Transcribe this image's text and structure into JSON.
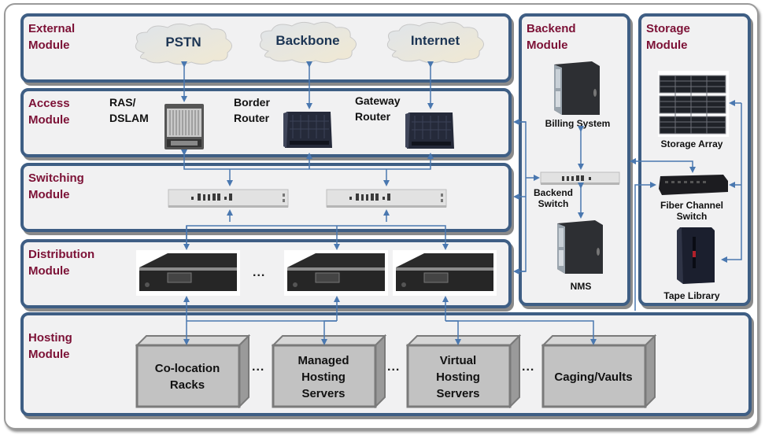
{
  "diagram_title": "Data Center Network Architecture",
  "modules": {
    "external": {
      "title": "External\nModule"
    },
    "access": {
      "title": "Access\nModule"
    },
    "switching": {
      "title": "Switching\nModule"
    },
    "distribution": {
      "title": "Distribution\nModule"
    },
    "hosting": {
      "title": "Hosting\nModule"
    },
    "backend": {
      "title": "Backend\nModule"
    },
    "storage": {
      "title": "Storage\nModule"
    }
  },
  "clouds": [
    {
      "label": "PSTN"
    },
    {
      "label": "Backbone"
    },
    {
      "label": "Internet"
    }
  ],
  "access_devices": [
    {
      "label": "RAS/\nDSLAM",
      "icon": "chassis-icon"
    },
    {
      "label": "Border\nRouter",
      "icon": "router-icon"
    },
    {
      "label": "Gateway\nRouter",
      "icon": "router-icon"
    }
  ],
  "switching_devices": [
    {
      "icon": "switch-icon"
    },
    {
      "icon": "switch-icon"
    }
  ],
  "distribution": {
    "ellipsis": "...",
    "devices": [
      {
        "icon": "distribution-switch-icon"
      },
      {
        "icon": "distribution-switch-icon"
      },
      {
        "icon": "distribution-switch-icon"
      }
    ]
  },
  "hosting": {
    "ellipsis": "...",
    "boxes": [
      {
        "label": "Co-location\nRacks"
      },
      {
        "label": "Managed\nHosting\nServers"
      },
      {
        "label": "Virtual\nHosting\nServers"
      },
      {
        "label": "Caging/Vaults"
      }
    ]
  },
  "backend": {
    "billing": "Billing System",
    "switch": "Backend\nSwitch",
    "nms": "NMS"
  },
  "storage": {
    "array": "Storage Array",
    "fc_switch": "Fiber  Channel\nSwitch",
    "tape": "Tape Library"
  },
  "colors": {
    "module_border": "#3e5e84",
    "module_fill": "#f1f1f2",
    "title_text": "#7c1136",
    "arrow": "#4a78b0"
  }
}
